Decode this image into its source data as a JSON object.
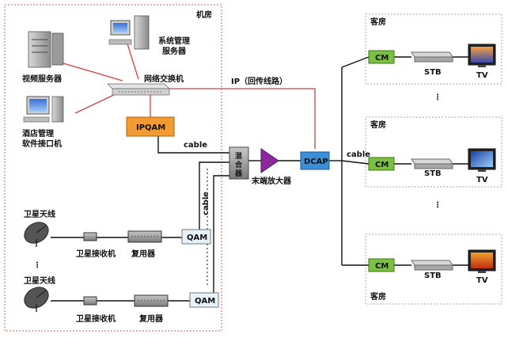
{
  "colors": {
    "machine_room_border": "#d06060",
    "guest_room_border": "#aaaaaa",
    "ip_line": "#d04040",
    "cable_line": "#111111",
    "ipqam_fill": "#f29b32",
    "dcap_fill": "#3a8fd8",
    "cm_fill": "#7cc043",
    "amplifier_fill": "#8a2a9a",
    "qam_fill": "#e6f2f8"
  },
  "machine_room": {
    "label": "机房"
  },
  "servers": {
    "video_server": "视频服务器",
    "system_server_line1": "系统管理",
    "system_server_line2": "服务器",
    "hotel_line1": "酒店管理",
    "hotel_line2": "软件接口机"
  },
  "network": {
    "switch_label": "网络交换机",
    "ipqam_label": "IPQAM",
    "ip_return_label": "IP（回传线路）",
    "cable_label_top": "cable",
    "cable_label_vertical": "cable",
    "cable_label_right": "cable"
  },
  "headend": {
    "mixer_label": "混合器",
    "amplifier_label": "末端放大器",
    "dcap_label": "DCAP"
  },
  "satellite": {
    "antenna_label_1": "卫星天线",
    "antenna_label_2": "卫星天线",
    "receiver_label_1": "卫星接收机",
    "receiver_label_2": "卫星接收机",
    "mux_label_1": "复用器",
    "mux_label_2": "复用器",
    "qam_label_1": "QAM",
    "qam_label_2": "QAM",
    "ellipsis": "⋮"
  },
  "guest_rooms": [
    {
      "room_label": "客房",
      "cm": "CM",
      "stb": "STB",
      "tv": "TV"
    },
    {
      "room_label": "客房",
      "cm": "CM",
      "stb": "STB",
      "tv": "TV"
    },
    {
      "room_label": "客房",
      "cm": "CM",
      "stb": "STB",
      "tv": "TV"
    }
  ],
  "ellipsis": "⋮"
}
